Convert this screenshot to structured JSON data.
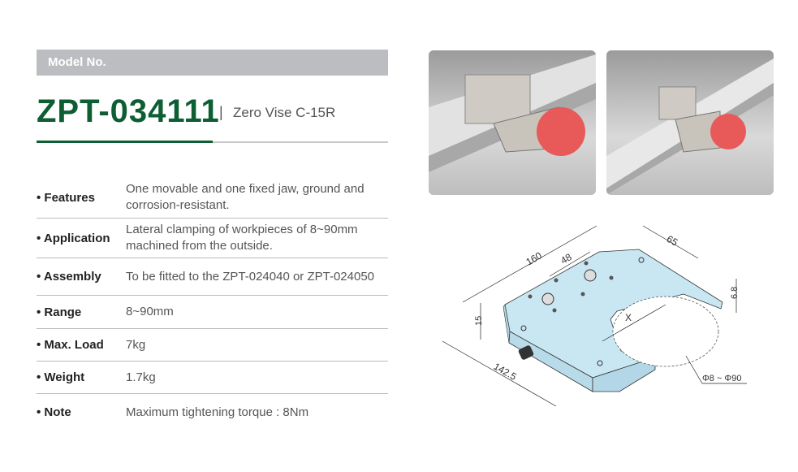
{
  "header": {
    "model_label": "Model No.",
    "model_number": "ZPT-034111",
    "separator": "|",
    "product_name": "Zero Vise C-15R"
  },
  "specs": [
    {
      "label": "• Features",
      "value": "One movable and one fixed jaw, ground and corrosion-resistant."
    },
    {
      "label": "• Application",
      "value": "Lateral clamping of workpieces of 8~90mm machined from the outside."
    },
    {
      "label": "• Assembly",
      "value": "To be fitted to the ZPT-024040 or ZPT-024050"
    },
    {
      "label": "• Range",
      "value": "8~90mm"
    },
    {
      "label": "• Max. Load",
      "value": "7kg"
    },
    {
      "label": "• Weight",
      "value": "1.7kg"
    },
    {
      "label": "• Note",
      "value": "Maximum tightening torque : 8Nm"
    }
  ],
  "drawing": {
    "dims": {
      "length": "160",
      "spacing": "48",
      "width": "65",
      "thickness": "6.8",
      "height": "15",
      "depth": "142.5",
      "x": "X",
      "range": "Φ8 ~ Φ90"
    }
  },
  "colors": {
    "brand_green": "#0e5e34",
    "plate": "#c9e7f3",
    "workpiece": "#e8595a"
  }
}
